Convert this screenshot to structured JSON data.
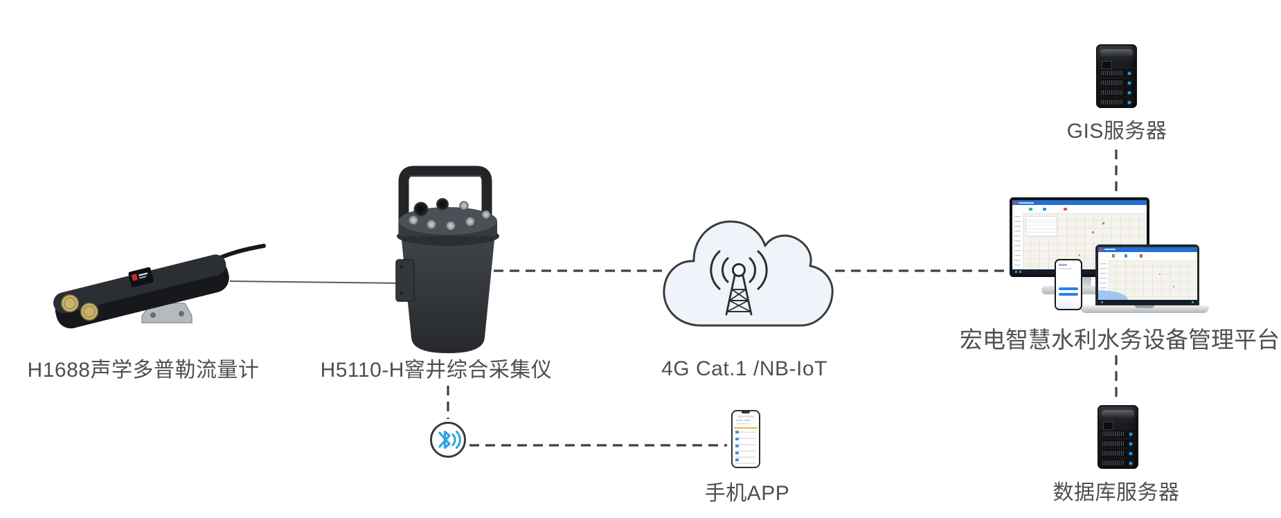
{
  "page": {
    "background": "#ffffff"
  },
  "nodes": {
    "flowmeter": {
      "label": "H1688声学多普勒流量计",
      "icon": "doppler-flowmeter-device"
    },
    "collector": {
      "label": "H5110-H窨井综合采集仪",
      "icon": "well-collector-device"
    },
    "network": {
      "label": "4G Cat.1 /NB-IoT",
      "icon": "cloud-radio-tower"
    },
    "platform": {
      "label": "宏电智慧水利水务设备管理平台",
      "icon": "desktop-laptop-phone"
    },
    "gis_server": {
      "label": "GIS服务器",
      "icon": "rack-server"
    },
    "db_server": {
      "label": "数据库服务器",
      "icon": "rack-server"
    },
    "mobile_app": {
      "label": "手机APP",
      "icon": "smartphone"
    },
    "bluetooth": {
      "label": "",
      "icon": "bluetooth-signal"
    }
  },
  "edges": [
    {
      "from": "flowmeter",
      "to": "collector",
      "style": "solid"
    },
    {
      "from": "collector",
      "to": "network",
      "style": "dashed"
    },
    {
      "from": "network",
      "to": "platform",
      "style": "dashed"
    },
    {
      "from": "gis_server",
      "to": "platform",
      "style": "dashed"
    },
    {
      "from": "platform",
      "to": "db_server",
      "style": "dashed"
    },
    {
      "from": "collector",
      "to": "bluetooth",
      "style": "dashed"
    },
    {
      "from": "bluetooth",
      "to": "mobile_app",
      "style": "dashed"
    }
  ],
  "colors": {
    "background": "#ffffff",
    "line": "#3f3f3f",
    "text": "#4f4f4f",
    "cloud_fill": "#eef4f9",
    "bluetooth_blue": "#2ba3e3",
    "led_blue": "#2aa6f5",
    "titlebar_blue": "#2270d6"
  }
}
